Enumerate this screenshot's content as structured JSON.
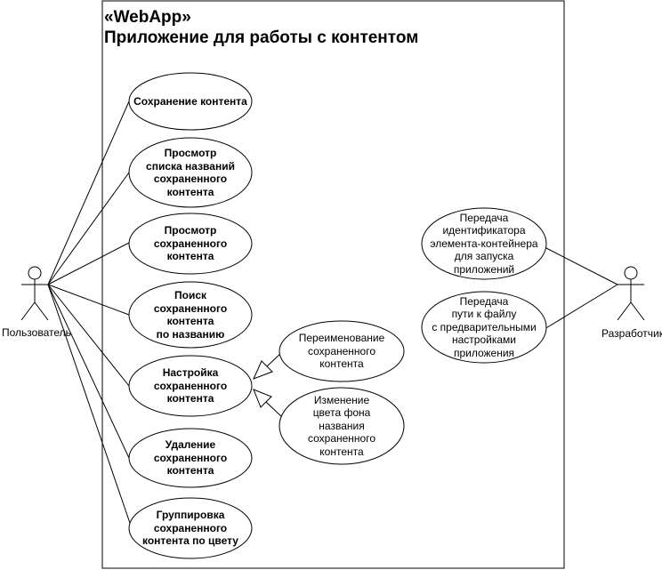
{
  "system": {
    "stereotype": "«WebApp»",
    "title": "Приложение для работы с контентом"
  },
  "actors": {
    "user": "Пользователь",
    "developer": "Разработчик"
  },
  "use_cases": {
    "save": "Сохранение контента",
    "view_list": "Просмотр\nсписка названий\nсохраненного\nконтента",
    "view": "Просмотр\nсохраненного\nконтента",
    "search": "Поиск\nсохраненного\nконтента\nпо названию",
    "settings": "Настройка\nсохраненного\nконтента",
    "delete": "Удаление\nсохраненного\nконтента",
    "group": "Группировка\nсохраненного\nконтента по цвету",
    "rename": "Переименование\nсохраненного\nконтента",
    "color": "Изменение\nцвета фона\nназвания\nсохраненного\nконтента",
    "pass_id": "Передача\nидентификатора\nэлемента-контейнера\nдля запуска\nприложений",
    "pass_path": "Передача\nпути к файлу\nс предварительными\nнастройками\nприложения"
  }
}
